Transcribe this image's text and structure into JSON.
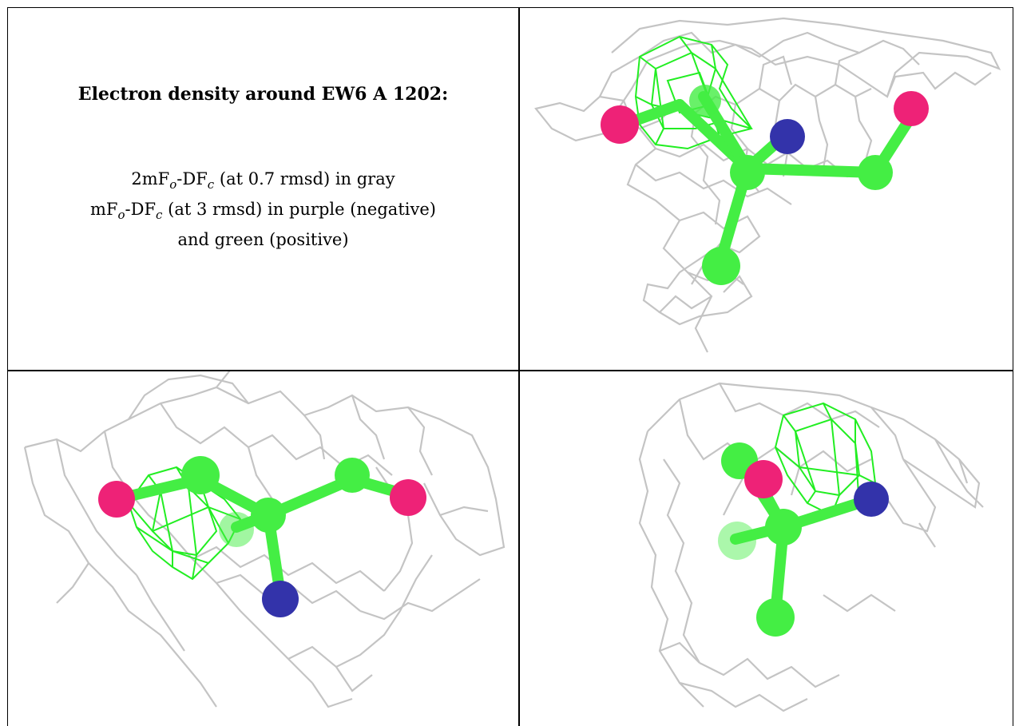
{
  "title": "Electron density around EW6 A 1202:",
  "legend": {
    "line1": {
      "pre": "2mF",
      "sub1": "o",
      "mid": "-DF",
      "sub2": "c",
      "post": " (at 0.7 rmsd) in gray"
    },
    "line2": {
      "pre": "mF",
      "sub1": "o",
      "mid": "-DF",
      "sub2": "c",
      "post": " (at 3 rmsd) in purple (negative)"
    },
    "line3": "and green (positive)"
  },
  "colors": {
    "mesh_2fofc": "#c4c4c4",
    "mesh_positive": "#22ee22",
    "carbon": "#44ee44",
    "oxygen": "#ee2277",
    "nitrogen": "#3333aa",
    "border": "#000000"
  }
}
